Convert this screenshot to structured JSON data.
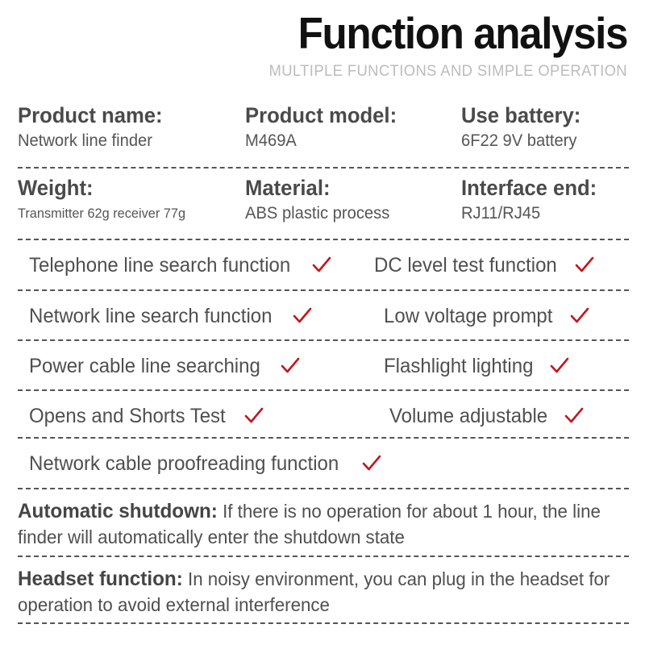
{
  "header": {
    "title": "Function analysis",
    "subtitle": "MULTIPLE FUNCTIONS AND SIMPLE OPERATION"
  },
  "specs": [
    {
      "columns": [
        {
          "label": "Product name:",
          "value": "Network line finder"
        },
        {
          "label": "Product model:",
          "value": "M469A"
        },
        {
          "label": "Use battery:",
          "value": "6F22 9V battery"
        }
      ]
    },
    {
      "columns": [
        {
          "label": "Weight:",
          "value": "Transmitter 62g receiver 77g"
        },
        {
          "label": "Material:",
          "value": "ABS plastic process"
        },
        {
          "label": "Interface end:",
          "value": "RJ11/RJ45"
        }
      ]
    }
  ],
  "features": [
    {
      "left": "Telephone line search function",
      "right": "DC level test function"
    },
    {
      "left": "Network line search function",
      "right": "Low voltage prompt"
    },
    {
      "left": "Power cable line searching",
      "right": "Flashlight lighting"
    },
    {
      "left": "Opens and Shorts Test",
      "right": "Volume adjustable"
    },
    {
      "left": "Network cable proofreading function",
      "right": ""
    }
  ],
  "paragraphs": [
    {
      "title": "Automatic shutdown:",
      "body": "If there is no operation for about 1 hour, the line finder will automatically enter the shutdown state"
    },
    {
      "title": "Headset function:",
      "body": "In noisy environment, you can plug in the headset for operation to avoid external interference"
    }
  ],
  "icons": {
    "check": "check-mark"
  },
  "colors": {
    "title": "#111111",
    "subtitle": "#bcbcbc",
    "text": "#4f4f4f",
    "check": "#c2161c",
    "rule": "#555555"
  }
}
